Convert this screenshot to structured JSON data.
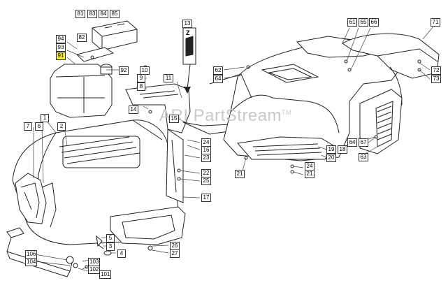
{
  "watermark": {
    "text": "ARI PartStream",
    "mark": "TM"
  },
  "callouts": {
    "c81": "81",
    "c83": "83",
    "c84": "84",
    "c85": "85",
    "c82": "82",
    "c94": "94",
    "c93": "93",
    "c91": "91",
    "c92": "92",
    "c9": "9",
    "c8": "8",
    "c10": "10",
    "c11": "11",
    "c13": "13",
    "c14": "14",
    "c15": "15",
    "c24a": "24",
    "c16": "16",
    "c23": "23",
    "c22": "22",
    "c25": "25",
    "c17": "17",
    "c1": "1",
    "c7": "7",
    "c6": "6",
    "c2": "2",
    "c5": "5",
    "c3": "3",
    "c4": "4",
    "c26": "26",
    "c27": "27",
    "c106": "106",
    "c104": "104",
    "c103": "103",
    "c102": "102",
    "c101": "101",
    "c62": "62",
    "c64a": "64",
    "c61": "61",
    "c65": "65",
    "c66": "66",
    "c71": "71",
    "c72": "72",
    "c73": "73",
    "c64b": "64",
    "c67": "67",
    "c63": "63",
    "c19": "19",
    "c18": "18",
    "c20": "20",
    "c21a": "21",
    "c24b": "24",
    "c21b": "21"
  },
  "highlighted_part": "91",
  "decal_text": "Z"
}
